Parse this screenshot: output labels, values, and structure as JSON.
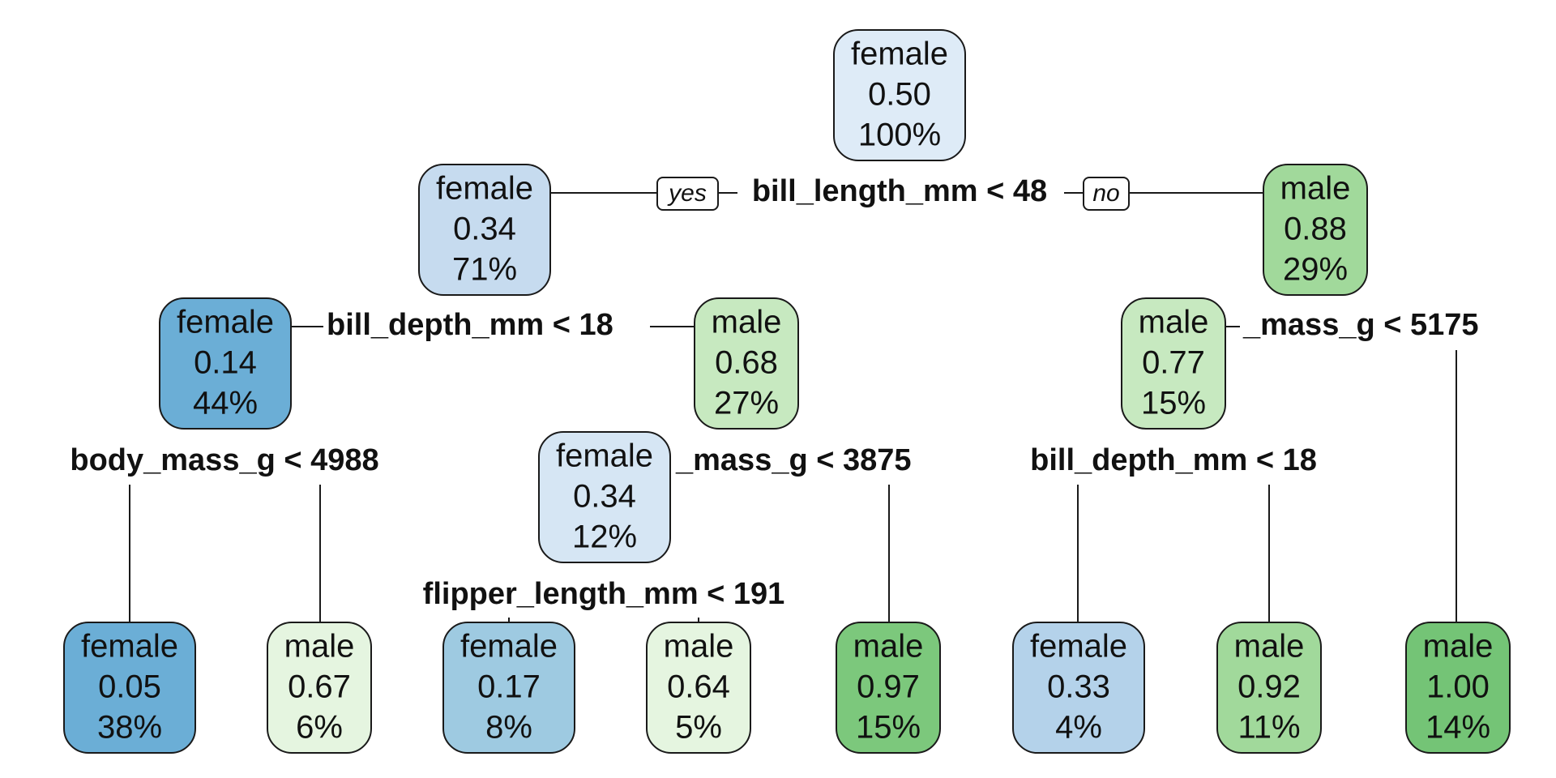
{
  "tree": {
    "branch_labels": {
      "yes": "yes",
      "no": "no"
    },
    "colors": {
      "female_dark": "#6baed6",
      "female_mid": "#9ecae1",
      "female_light": "#c6dbef",
      "female_pale": "#deebf7",
      "male_pale": "#e5f5e0",
      "male_light": "#c7e9c0",
      "male_mid": "#a1d99b",
      "male_dark": "#74c476"
    },
    "nodes": [
      {
        "id": "n1",
        "class": "female",
        "prob": "0.50",
        "pct": "100%",
        "fill": "#deebf7"
      },
      {
        "id": "n2",
        "class": "female",
        "prob": "0.34",
        "pct": "71%",
        "fill": "#c6dbef"
      },
      {
        "id": "n3",
        "class": "male",
        "prob": "0.88",
        "pct": "29%",
        "fill": "#a1d99b"
      },
      {
        "id": "n4",
        "class": "female",
        "prob": "0.14",
        "pct": "44%",
        "fill": "#6baed6"
      },
      {
        "id": "n5",
        "class": "male",
        "prob": "0.68",
        "pct": "27%",
        "fill": "#c7e9c0"
      },
      {
        "id": "n6",
        "class": "male",
        "prob": "0.77",
        "pct": "15%",
        "fill": "#c7e9c0"
      },
      {
        "id": "n7",
        "class": "female",
        "prob": "0.34",
        "pct": "12%",
        "fill": "#d6e6f4"
      },
      {
        "id": "l1",
        "class": "female",
        "prob": "0.05",
        "pct": "38%",
        "fill": "#6baed6"
      },
      {
        "id": "l2",
        "class": "male",
        "prob": "0.67",
        "pct": "6%",
        "fill": "#e5f5e0"
      },
      {
        "id": "l3",
        "class": "female",
        "prob": "0.17",
        "pct": "8%",
        "fill": "#9ecae1"
      },
      {
        "id": "l4",
        "class": "male",
        "prob": "0.64",
        "pct": "5%",
        "fill": "#e5f5e0"
      },
      {
        "id": "l5",
        "class": "male",
        "prob": "0.97",
        "pct": "15%",
        "fill": "#7cc87c"
      },
      {
        "id": "l6",
        "class": "female",
        "prob": "0.33",
        "pct": "4%",
        "fill": "#b4d2ea"
      },
      {
        "id": "l7",
        "class": "male",
        "prob": "0.92",
        "pct": "11%",
        "fill": "#a1d99b"
      },
      {
        "id": "l8",
        "class": "male",
        "prob": "1.00",
        "pct": "14%",
        "fill": "#74c476"
      }
    ],
    "splits": [
      {
        "id": "s1",
        "text": "bill_length_mm < 48"
      },
      {
        "id": "s2",
        "text": "bill_depth_mm < 18"
      },
      {
        "id": "s3",
        "text": "_mass_g < 5175"
      },
      {
        "id": "s4",
        "text": "body_mass_g < 4988"
      },
      {
        "id": "s5",
        "text": "_mass_g < 3875"
      },
      {
        "id": "s6",
        "text": "bill_depth_mm < 18"
      },
      {
        "id": "s7",
        "text": "flipper_length_mm < 191"
      }
    ]
  }
}
